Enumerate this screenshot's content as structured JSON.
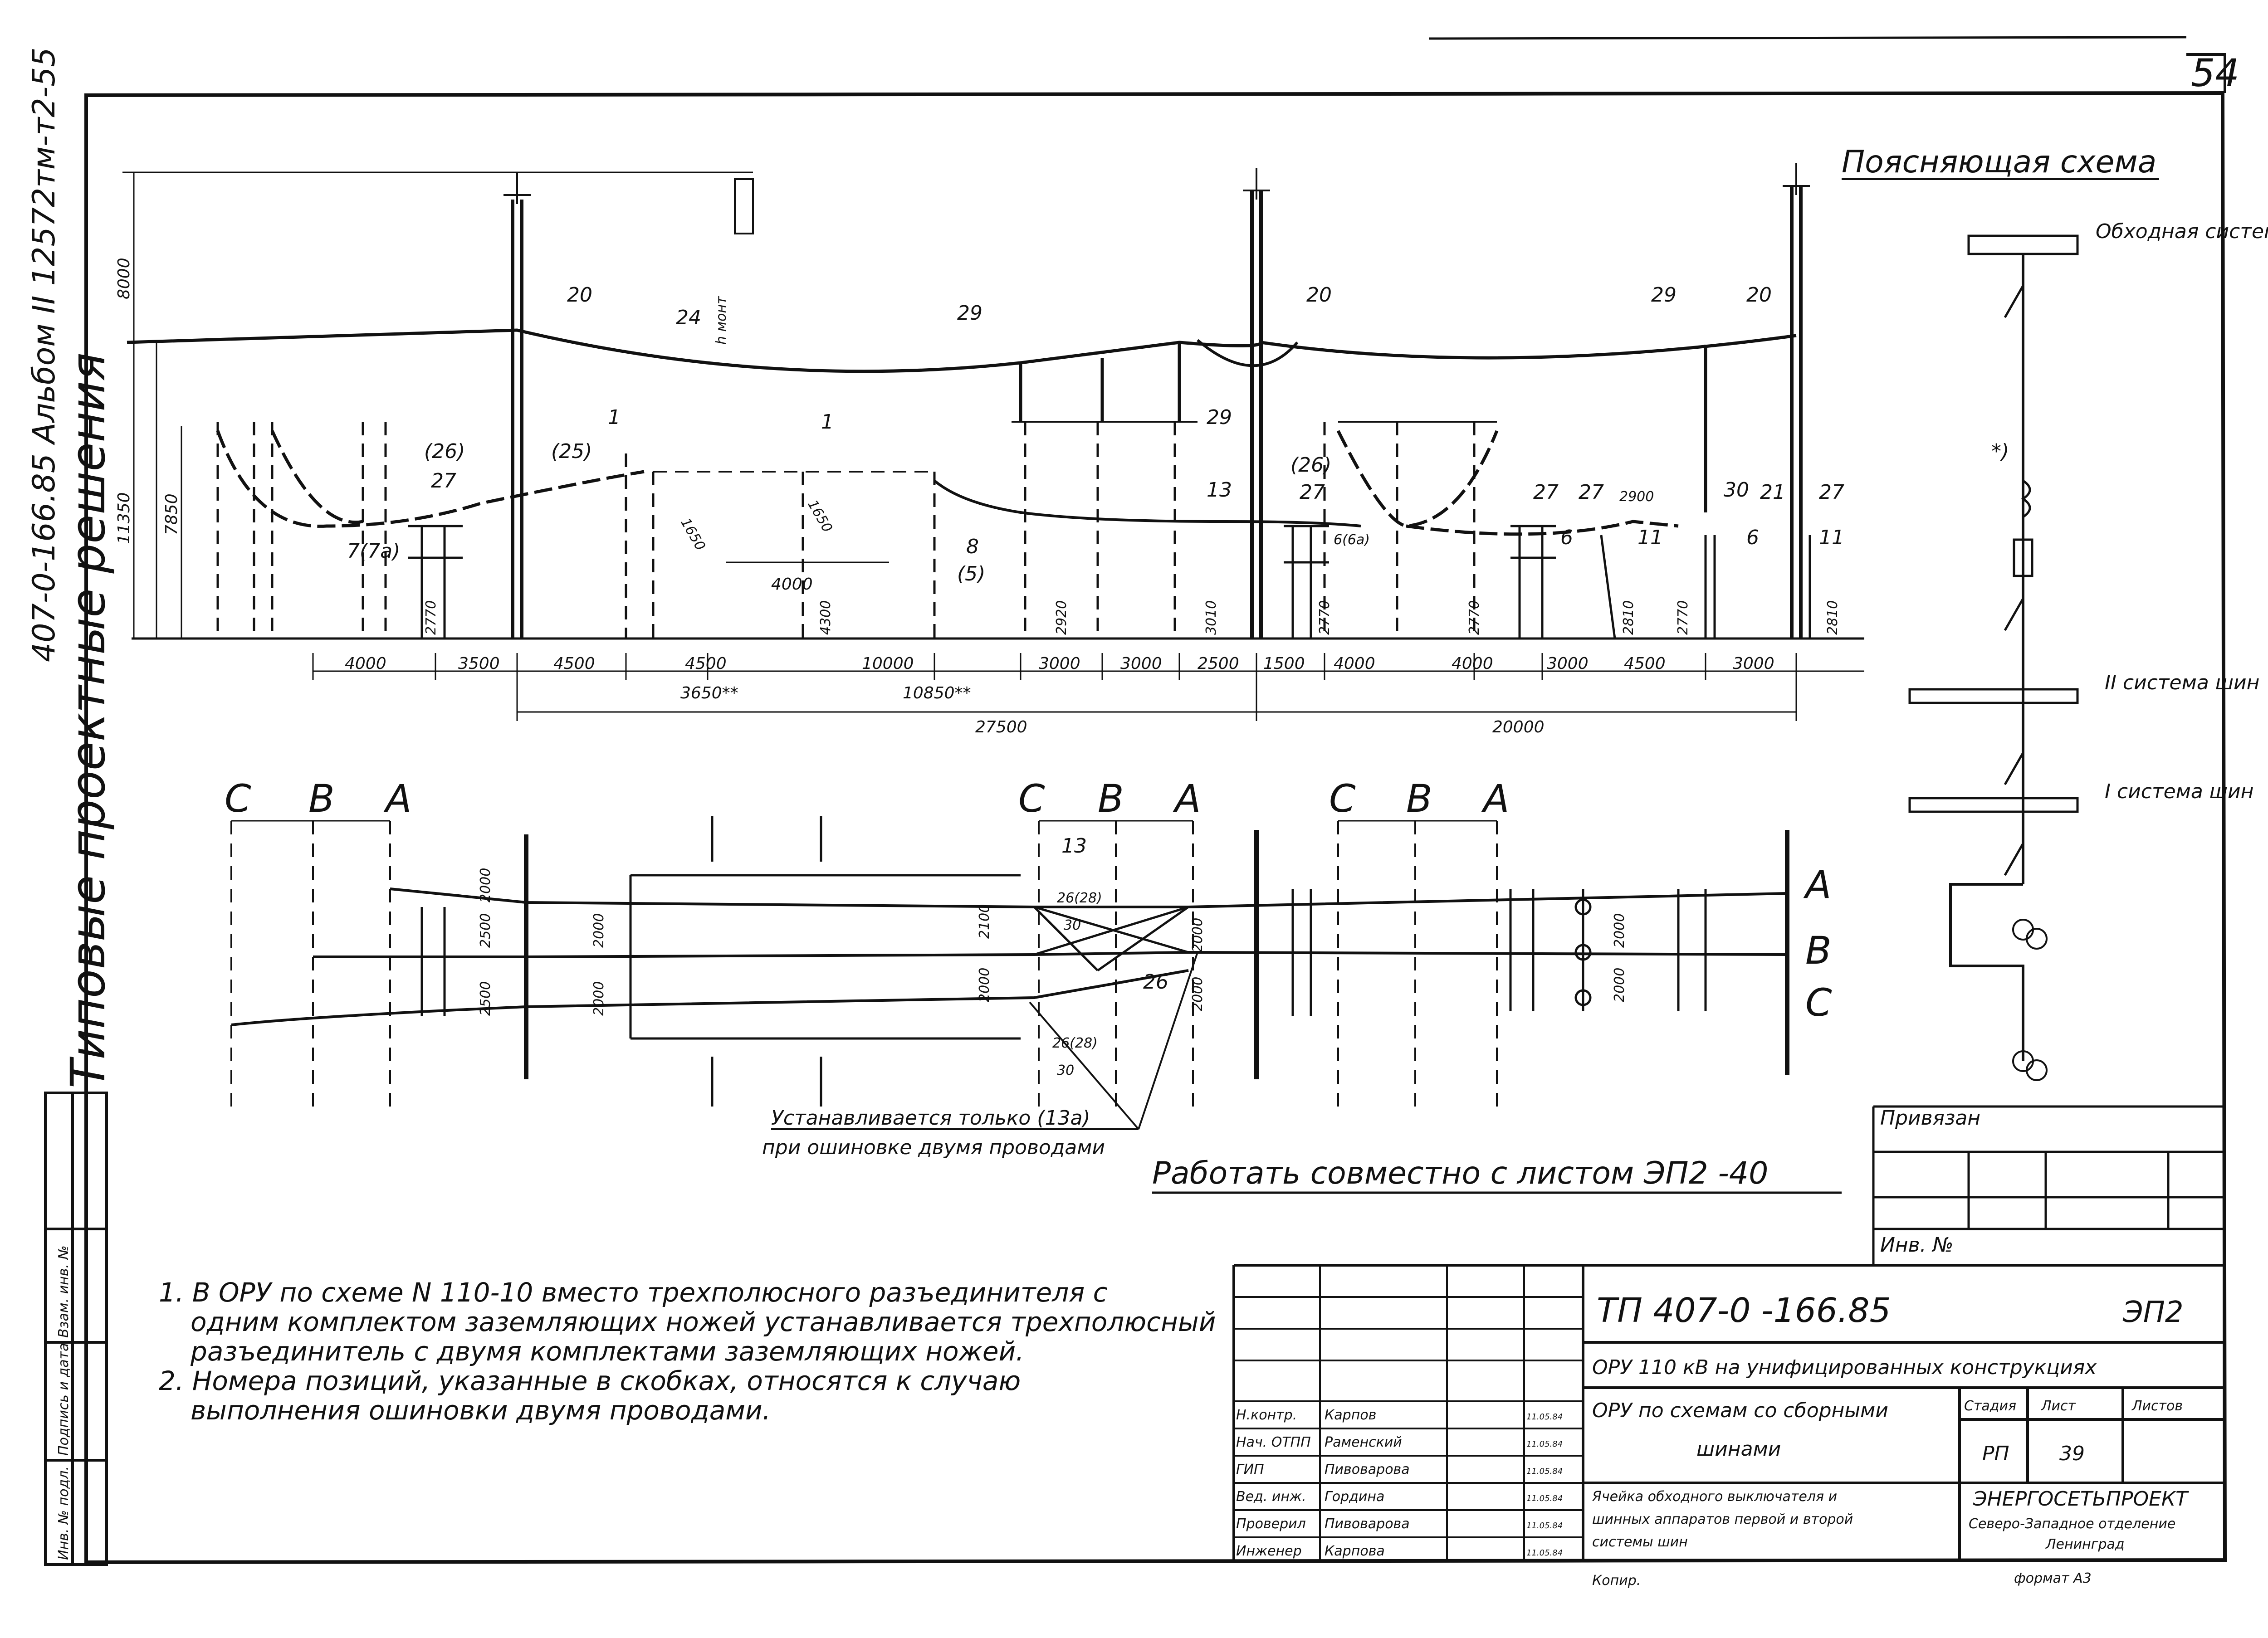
{
  "sheet": {
    "number": "54",
    "margin_code": "407-0-166.85 Альбом II   12572тм-т2-55",
    "margin_title": "Типовые проектные решения",
    "title_block": {
      "doc_code": "ТП 407-0 -166.85",
      "sheet_code": "ЭП2",
      "subject": "ОРУ 110 кВ на унифицированных конструкциях",
      "drawing_line1": "ОРУ по схемам со сборными",
      "drawing_line2": "шинами",
      "stage_hdr": "Стадия",
      "sheet_hdr": "Лист",
      "sheets_hdr": "Листов",
      "stage": "РП",
      "sheet_no": "39",
      "desc1": "Ячейка обходного выключателя и",
      "desc2": "шинных аппаратов первой и второй",
      "desc3": "системы шин",
      "org1": "ЭНЕРГОСЕТЬПРОЕКТ",
      "org2": "Северо-Западное отделение",
      "org3": "Ленинград",
      "copied": "Копир.",
      "format": "формат А3",
      "signers": [
        {
          "role": "Н.контр.",
          "name": "Карпов",
          "date": "11.05.84"
        },
        {
          "role": "Нач. ОТПП",
          "name": "Раменский",
          "date": "11.05.84"
        },
        {
          "role": "ГИП",
          "name": "Пивоварова",
          "date": "11.05.84"
        },
        {
          "role": "Вед. инж.",
          "name": "Гордина",
          "date": "11.05.84"
        },
        {
          "role": "Проверил",
          "name": "Пивоварова",
          "date": "11.05.84"
        },
        {
          "role": "Инженер",
          "name": "Карпова",
          "date": "11.05.84"
        }
      ]
    },
    "binding": {
      "title": "Привязан",
      "inv": "Инв. №"
    },
    "left_stamp": [
      "Инв. № подл.",
      "Подпись и дата",
      "Взам. инв. №"
    ]
  },
  "explain": {
    "title": "Поясняющая схема",
    "bypass": "Обходная система шин",
    "bus2": "II система шин",
    "bus1": "I система шин",
    "star": "*)"
  },
  "elevation": {
    "heights": [
      "8000",
      "11350",
      "7850",
      "2770",
      "4300",
      "2920",
      "3010",
      "2770",
      "2770",
      "2810",
      "2770",
      "2810"
    ],
    "hmont": "h монт",
    "dims": [
      "4000",
      "3500",
      "4500",
      "4500",
      "10000",
      "3000",
      "3000",
      "2500",
      "1500",
      "4000",
      "4000",
      "3000",
      "4500",
      "3000"
    ],
    "sub_dims": [
      "4000",
      "3650**",
      "10850**"
    ],
    "total_left": "27500",
    "total_right": "20000",
    "radii": [
      "1650",
      "1650"
    ],
    "pos": [
      "20",
      "24",
      "29",
      "20",
      "29",
      "20",
      "1",
      "1",
      "(26)",
      "27",
      "(25)",
      "29",
      "13",
      "8",
      "(5)",
      "7(7а)",
      "(26)",
      "27",
      "6(6а)",
      "27",
      "27",
      "6",
      "11",
      "30",
      "21",
      "6",
      "27",
      "11",
      "2900"
    ]
  },
  "plan": {
    "phases_left": [
      "С",
      "В",
      "А"
    ],
    "phases_mid": [
      "С",
      "В",
      "А"
    ],
    "phases_right": [
      "С",
      "В",
      "А"
    ],
    "phases_side": [
      "А",
      "В",
      "С"
    ],
    "dims": [
      "2000",
      "2500",
      "2500",
      "2000",
      "2000",
      "2100",
      "2000",
      "2000",
      "2000",
      "2000",
      "2000"
    ],
    "pos": [
      "13",
      "26(28)",
      "30",
      "26",
      "26(28)",
      "30"
    ],
    "note1": "Устанавливается только (13а)",
    "note2": "при ошиновке двумя проводами"
  },
  "work_with": "Работать совместно с листом ЭП2 -40",
  "notes": [
    "1. В ОРУ по схеме N 110-10 вместо трехполюсного разъединителя с",
    "одним комплектом заземляющих ножей устанавливается трехполюсный",
    "разъединитель с двумя комплектами заземляющих ножей.",
    "2. Номера позиций, указанные в скобках, относятся к случаю",
    "выполнения ошиновки двумя проводами."
  ]
}
